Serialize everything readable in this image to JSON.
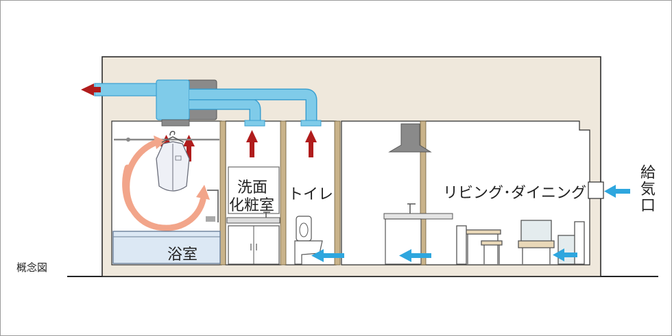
{
  "labels": {
    "bathroom": "浴室",
    "washroom_line1": "洗面",
    "washroom_line2": "化粧室",
    "toilet": "トイレ",
    "living": "リビング･ダイニング",
    "supply": "給気口",
    "concept": "概念図"
  },
  "colors": {
    "wall": "#efe8dc",
    "wall_stroke": "#2b2b2b",
    "duct": "#7fcbe9",
    "duct_stroke": "#3a9fd0",
    "fan_unit": "#8a8a8a",
    "exhaust_arrow": "#b01c1c",
    "supply_arrow": "#2ea6de",
    "circulation_arrow": "#f2a58a",
    "stud": "#c9b38a"
  }
}
